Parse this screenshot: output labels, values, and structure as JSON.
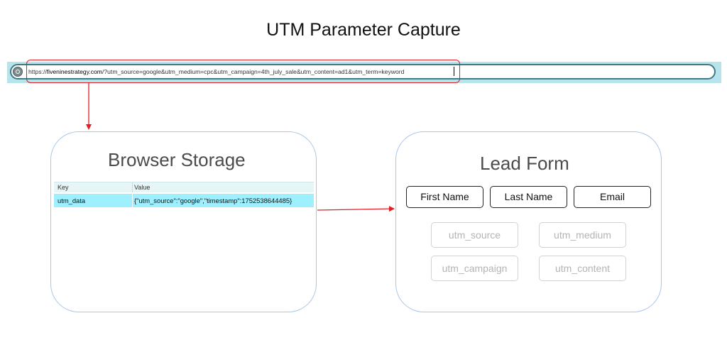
{
  "title": "UTM Parameter Capture",
  "address_bar": {
    "url_prefix": "https://",
    "url_domain": "fiveninestrategy.com",
    "url_query": "/?utm_source=google&utm_medium=cpc&utm_campaign=4th_july_sale&utm_content=ad1&utm_term=keyword",
    "icon": "site-info-icon"
  },
  "browser_storage": {
    "title": "Browser Storage",
    "columns": [
      "Key",
      "Value"
    ],
    "rows": [
      {
        "key": "utm_data",
        "value": "{\"utm_source\":\"google\",\"timestamp\":1752538644485}"
      }
    ]
  },
  "lead_form": {
    "title": "Lead Form",
    "visible_fields": [
      "First Name",
      "Last Name",
      "Email"
    ],
    "hidden_fields": [
      "utm_source",
      "utm_medium",
      "utm_campaign",
      "utm_content"
    ]
  },
  "colors": {
    "highlight": "#e01f26",
    "arrow": "#e01f26",
    "panel_border": "#a9c7ea",
    "address_bar_bg": "#b7e3ea",
    "storage_row_bg": "#9ff0ff"
  }
}
